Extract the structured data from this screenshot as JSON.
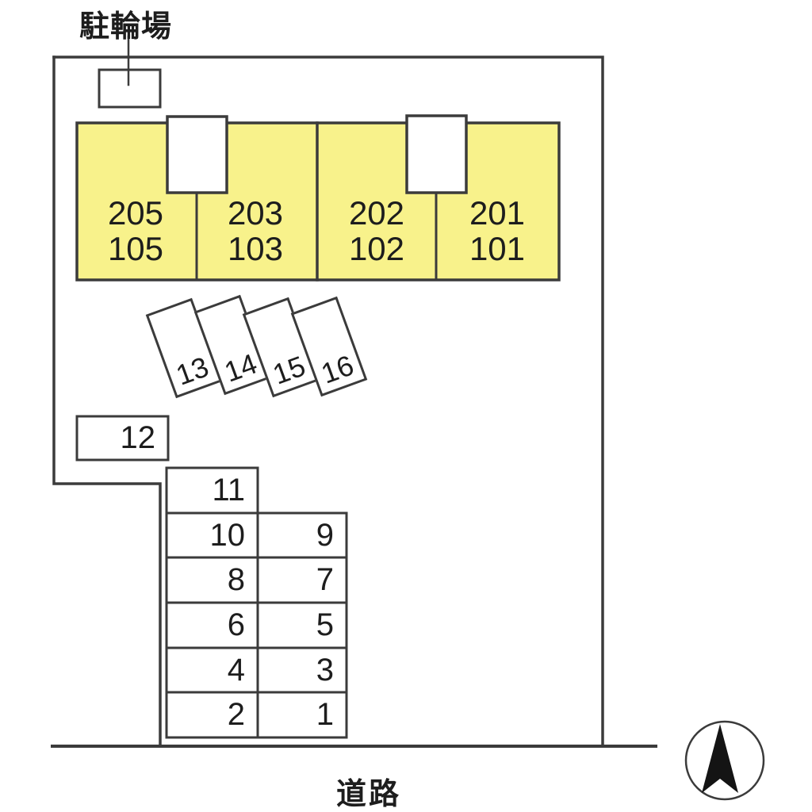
{
  "labels": {
    "bicycle_parking": "駐輪場",
    "road": "道路"
  },
  "building": {
    "units": [
      {
        "upper": "205",
        "lower": "105"
      },
      {
        "upper": "203",
        "lower": "103"
      },
      {
        "upper": "202",
        "lower": "102"
      },
      {
        "upper": "201",
        "lower": "101"
      }
    ]
  },
  "parking": {
    "angled_spaces": [
      "13",
      "14",
      "15",
      "16"
    ],
    "space_12": "12",
    "left_column": [
      "11",
      "10",
      "8",
      "6",
      "4",
      "2"
    ],
    "right_column": [
      "9",
      "7",
      "5",
      "3",
      "1"
    ]
  },
  "compass": {
    "icon": "north-arrow-icon"
  },
  "colors": {
    "building_fill": "#f8f28b",
    "line": "#3b3b3b",
    "arrow": "#141414"
  }
}
